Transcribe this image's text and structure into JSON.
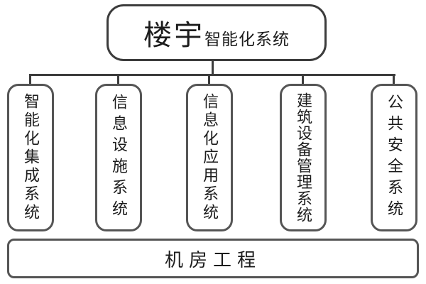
{
  "root": {
    "title_main": "楼宇",
    "title_sub": "智能化系统"
  },
  "columns": [
    {
      "label": "智能化集成系统"
    },
    {
      "label": "信息设施系统"
    },
    {
      "label": "信息化应用系统"
    },
    {
      "label": "建筑设备管理系统"
    },
    {
      "label": "公共安全系统"
    }
  ],
  "bottom": {
    "label": "机房工程"
  },
  "colors": {
    "border": "#474747",
    "background": "#ffffff",
    "text": "#1c1c1c"
  }
}
